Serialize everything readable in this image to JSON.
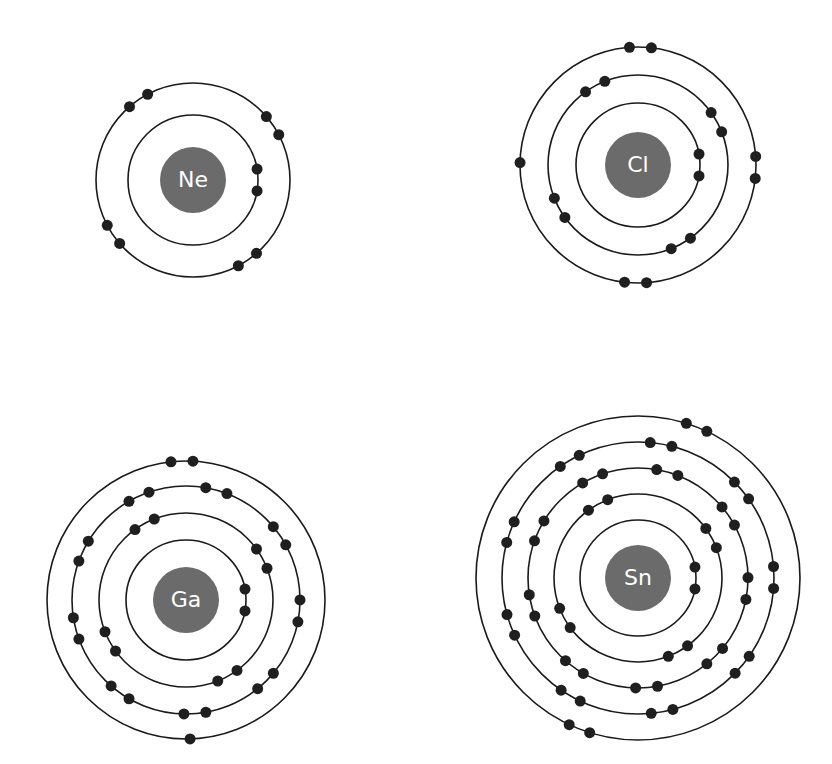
{
  "diagram": {
    "nodes": [
      {
        "text": [
          "Ne"
        ]
      },
      {
        "text": [
          "Cl"
        ]
      },
      {
        "text": [
          "Ga"
        ]
      },
      {
        "text": [
          "Sn"
        ]
      }
    ]
  }
}
